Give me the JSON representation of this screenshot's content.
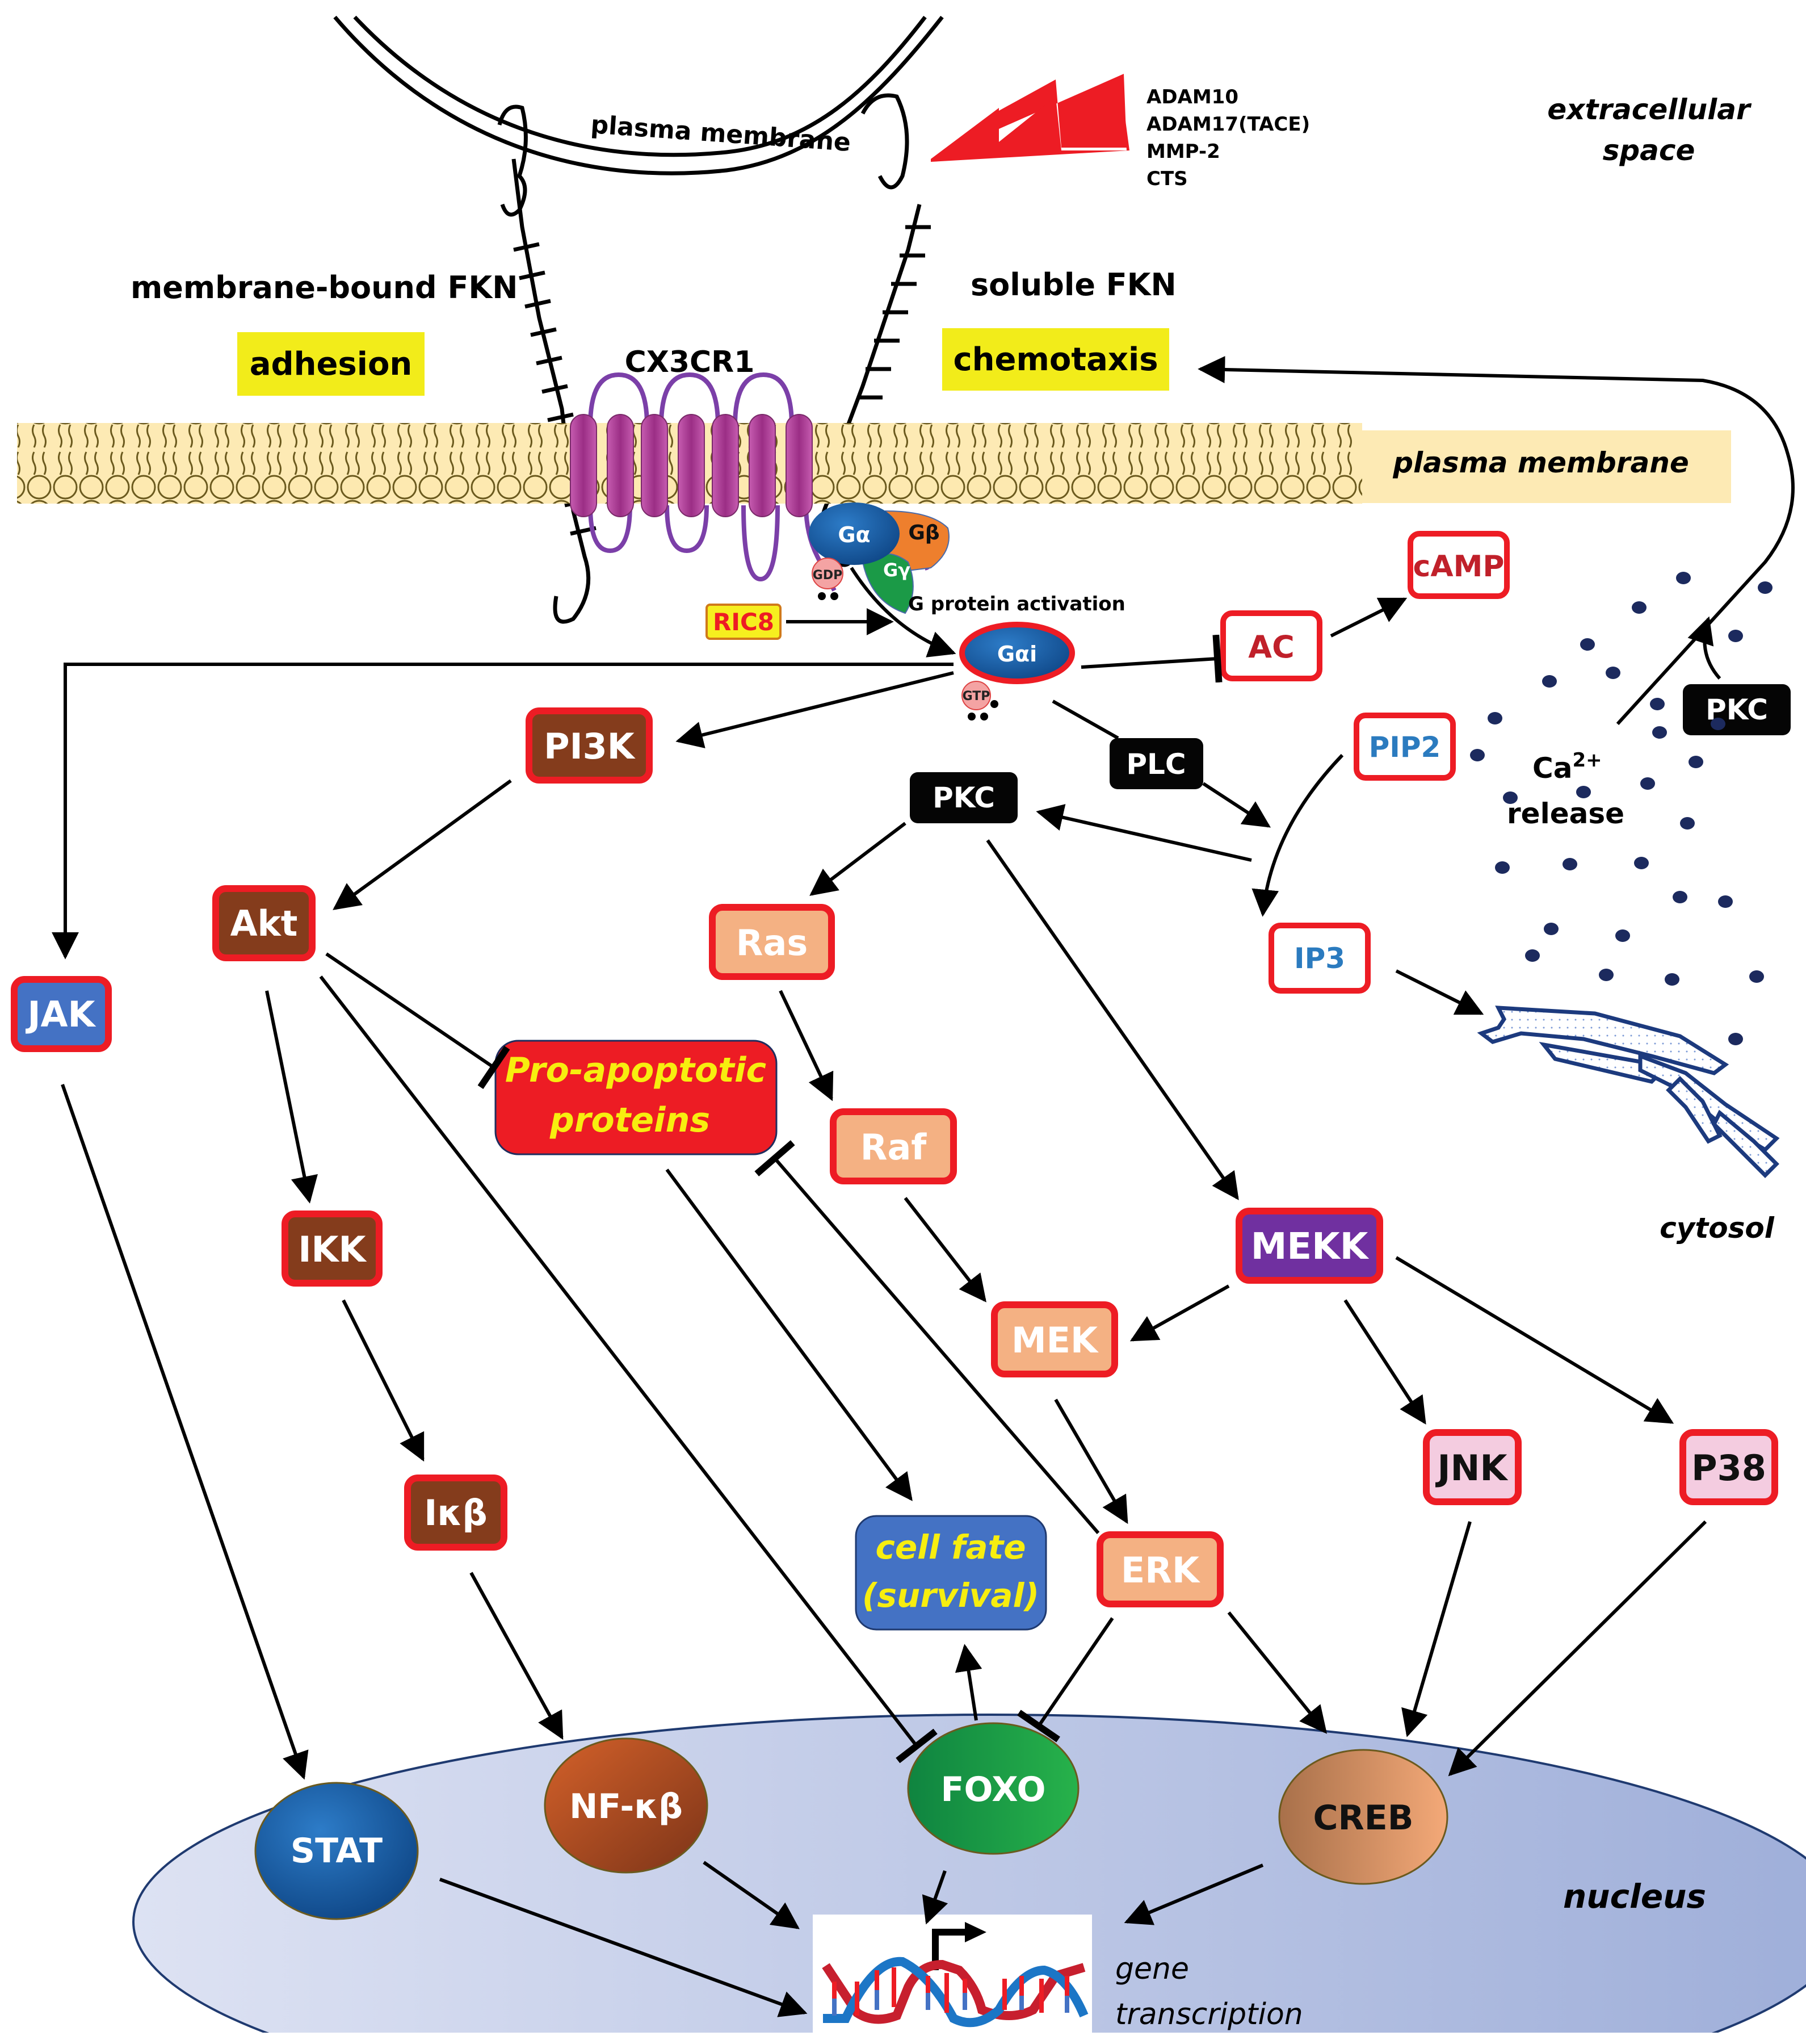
{
  "extracellular": {
    "region_label_line1": "extracellular",
    "region_label_line2": "space",
    "upper_membrane_label": "plasma membrane",
    "membrane_bound_label": "membrane-bound FKN",
    "soluble_label": "soluble FKN",
    "adhesion_label": "adhesion",
    "chemotaxis_label": "chemotaxis",
    "proteases": [
      "ADAM10",
      "ADAM17(TACE)",
      "MMP-2",
      "CTS"
    ],
    "receptor_label": "CX3CR1"
  },
  "membrane": {
    "label": "plasma membrane"
  },
  "gprotein": {
    "g_alpha": "Gα",
    "g_beta": "Gβ",
    "g_gamma": "Gγ",
    "gdp": "GDP",
    "gtp": "GTP",
    "activation_label": "G protein activation",
    "ric8": "RIC8",
    "g_alpha_i": "Gαi"
  },
  "second_messengers": {
    "ac": "AC",
    "camp": "cAMP",
    "plc": "PLC",
    "pkc_center": "PKC",
    "pkc_right": "PKC",
    "pip2": "PIP2",
    "ip3": "IP3",
    "ca_line1": "Ca",
    "ca_superscript": "2+",
    "ca_line2": "release"
  },
  "pathways": {
    "pi3k": "PI3K",
    "akt": "Akt",
    "jak": "JAK",
    "ikk": "IKK",
    "ikb": "Iκβ",
    "pro_apoptotic_line1": "Pro-apoptotic",
    "pro_apoptotic_line2": "proteins",
    "ras": "Ras",
    "raf": "Raf",
    "mek": "MEK",
    "erk": "ERK",
    "mekk": "MEKK",
    "jnk": "JNK",
    "p38": "P38",
    "cell_fate_line1": "cell fate",
    "cell_fate_line2": "(survival)",
    "cytosol_label": "cytosol"
  },
  "nucleus": {
    "label": "nucleus",
    "stat": "STAT",
    "nfkb": "NF-κβ",
    "foxo": "FOXO",
    "creb": "CREB",
    "gene_line1": "gene",
    "gene_line2": "transcription"
  },
  "colors": {
    "node_border_red": "#ed1c24",
    "brown": "#843c1c",
    "salmon": "#f4b183",
    "purple": "#7030a0",
    "pink": "#f4cce0",
    "blue_node": "#4472c4",
    "black_node": "#050505",
    "yellow_highlight": "#f2ec1a",
    "membrane_fill": "#fdeab4",
    "receptor_magenta": "#b94aa1",
    "ca_dot": "#1c2a5e",
    "nucleus_fill": "#b6c0e2",
    "blue_text": "#2b7bbf"
  }
}
